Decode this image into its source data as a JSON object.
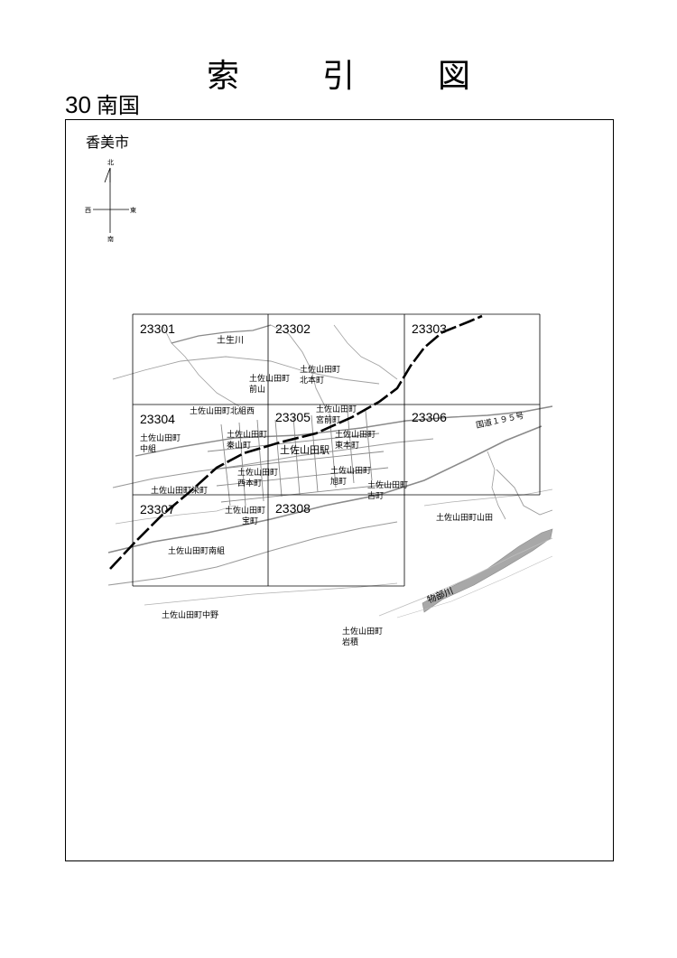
{
  "title_chars": [
    "索",
    "引",
    "図"
  ],
  "subtitle": {
    "number": "30",
    "name": "南国"
  },
  "city": "香美市",
  "compass": {
    "north": "北",
    "south": "南",
    "east": "東",
    "west": "西"
  },
  "grid_cells": [
    "23301",
    "23302",
    "23303",
    "23304",
    "23305",
    "23306",
    "23307",
    "23308"
  ],
  "place_labels": {
    "kita_nishi": "土佐山田町北組西",
    "maeyama_1": "土佐山田町",
    "maeyama_2": "前山",
    "kitamoto_1": "土佐山田町",
    "kitamoto_2": "北本町",
    "miyanomae_1": "土佐山田町",
    "miyanomae_2": "宮前町",
    "nakagumi_1": "土佐山田町",
    "nakagumi_2": "中組",
    "hatayama_1": "土佐山田町",
    "hatayama_2": "秦山町",
    "station": "土佐山田駅",
    "higashihon_1": "土佐山田町",
    "higashihon_2": "東本町",
    "nishihon_1": "土佐山田町",
    "nishihon_2": "西本町",
    "asahi_1": "土佐山田町",
    "asahi_2": "旭町",
    "furu_1": "土佐山田町",
    "furu_2": "古町",
    "sakae": "土佐山田町栄町",
    "takara_1": "土佐山田町",
    "takara_2": "宝町",
    "yamada": "土佐山田町山田",
    "minami": "土佐山田町南組",
    "nakano": "土佐山田町中野",
    "iwazumi_1": "土佐山田町",
    "iwazumi_2": "岩積"
  },
  "river_labels": {
    "tosho": "土生川",
    "monobe": "物部川"
  },
  "road_label": "国道１９５号",
  "colors": {
    "road": "#8a8a8a",
    "rail": "#000000",
    "river": "#a8a8a8",
    "grid": "#000000"
  }
}
